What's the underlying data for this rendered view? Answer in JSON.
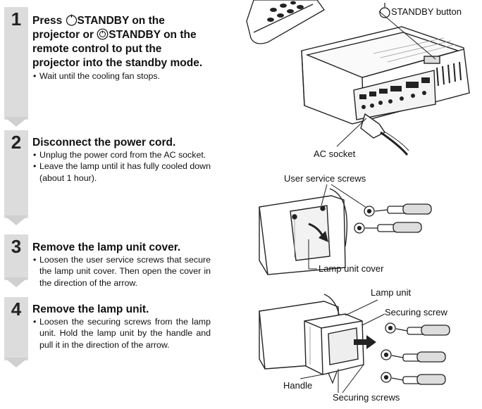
{
  "steps": [
    {
      "number": "1",
      "heading_parts": [
        "Press ",
        "STANDBY on the projector or ",
        "STANDBY on the remote control to put the projector into the standby mode."
      ],
      "bullets": [
        "Wait until the cooling fan stops."
      ]
    },
    {
      "number": "2",
      "heading": "Disconnect the power cord.",
      "bullets": [
        "Unplug the power cord from the AC socket.",
        "Leave the lamp until it has fully cooled down (about 1 hour)."
      ]
    },
    {
      "number": "3",
      "heading": "Remove the lamp unit cover.",
      "bullets": [
        "Loosen the user service screws that secure the lamp unit cover. Then open the cover in the direction of the arrow."
      ]
    },
    {
      "number": "4",
      "heading": "Remove the lamp unit.",
      "bullets": [
        "Loosen the securing screws from the lamp unit. Hold the lamp unit by the handle and pull it in the direction of the arrow."
      ]
    }
  ],
  "icons": {
    "projector_standby": "power-circle-icon",
    "remote_standby": "standby-circle-icon"
  },
  "callouts": {
    "standby_button": "STANDBY button",
    "ac_socket": "AC socket",
    "user_service_screws": "User service screws",
    "lamp_unit_cover": "Lamp unit cover",
    "lamp_unit": "Lamp unit",
    "securing_screw": "Securing screw",
    "handle": "Handle",
    "securing_screws": "Securing screws"
  }
}
